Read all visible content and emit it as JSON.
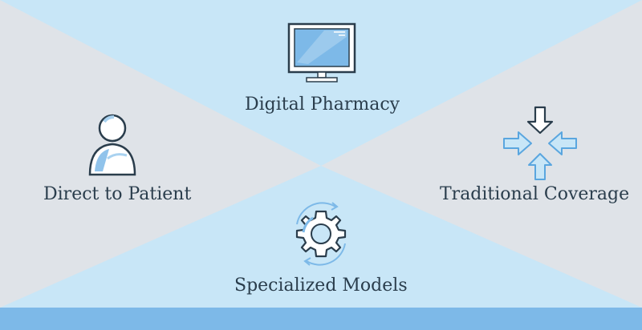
{
  "quadrants": {
    "top": {
      "label": "Digital Pharmacy",
      "icon": "monitor-icon"
    },
    "left": {
      "label": "Direct to Patient",
      "icon": "person-icon"
    },
    "right": {
      "label": "Traditional Coverage",
      "icon": "converging-arrows-icon"
    },
    "bottom": {
      "label": "Specialized Models",
      "icon": "gear-icon"
    }
  },
  "colors": {
    "side_gray": "#dfe3e8",
    "light_blue": "#c8e6f7",
    "accent_blue": "#7db9e8",
    "ink": "#2a3d4c"
  }
}
